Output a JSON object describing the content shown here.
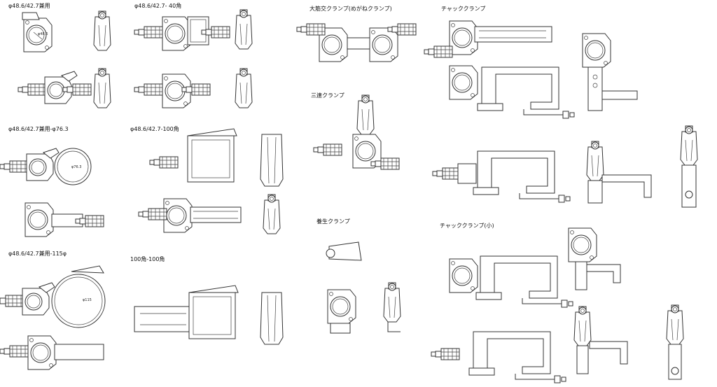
{
  "sections": {
    "s1": "φ48.6/42.7兼用",
    "s2": "φ48.6/42.7- 40角",
    "s3": "大筋交クランプ(めがねクランプ)",
    "s4": "チャッククランプ",
    "s5": "φ48.6/42.7兼用-φ76.3",
    "s6": "φ48.6/42.7-100角",
    "s7": "三連クランプ",
    "s8": "養生クランプ",
    "s9": "チャッククランプ(小)",
    "s10": "φ48.6/42.7兼用-115φ",
    "s11": "100角-100角"
  },
  "dims": {
    "d1": "φ48.6",
    "d2": "φ76.3",
    "d3": "φ115"
  }
}
